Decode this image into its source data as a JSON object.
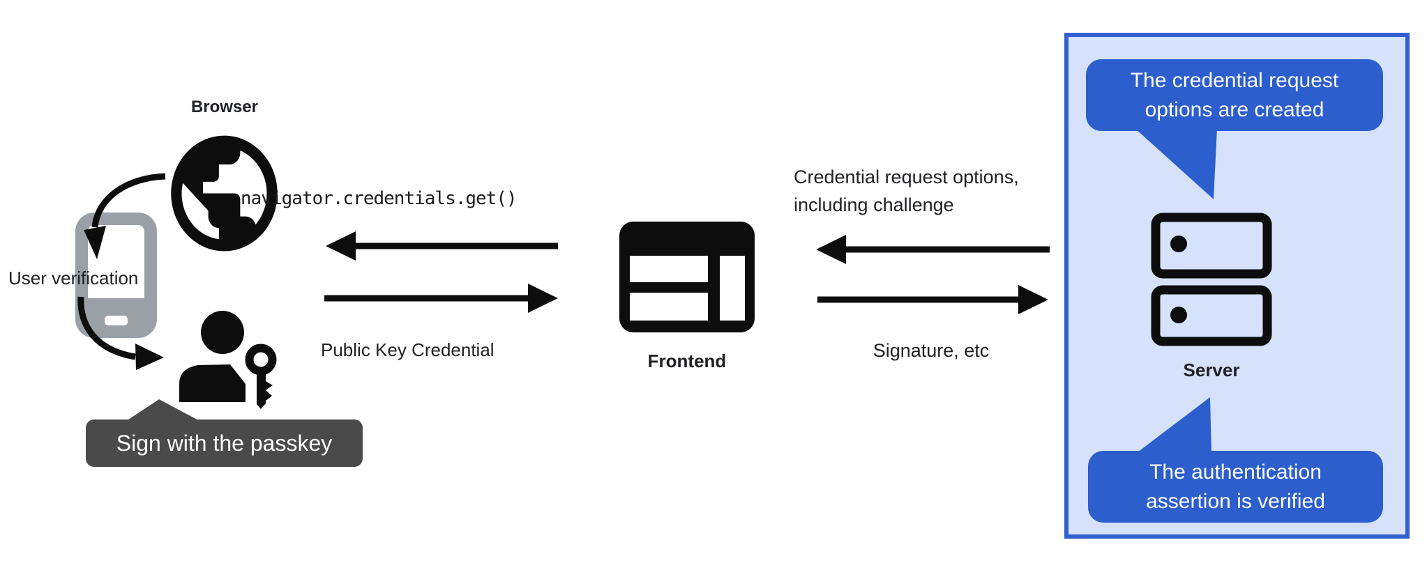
{
  "diagram": {
    "browser": {
      "label": "Browser",
      "verification_label": "User verification",
      "tooltip": "Sign with the passkey"
    },
    "frontend": {
      "label": "Frontend"
    },
    "server": {
      "label": "Server",
      "callout_top": {
        "line1": "The credential request",
        "line2": "options are created"
      },
      "callout_bottom": {
        "line1": "The authentication",
        "line2": "assertion is verified"
      }
    },
    "messages": {
      "frontend_to_browser": "navigator.credentials.get()",
      "browser_to_frontend": "Public Key Credential",
      "server_to_frontend_line1": "Credential request options,",
      "server_to_frontend_line2": "including challenge",
      "frontend_to_server": "Signature, etc"
    },
    "colors": {
      "panel_background": "#d6e2fb",
      "panel_border": "#3060d0",
      "callout_blue": "#2c5ecd",
      "tooltip_gray": "#4a4a4a",
      "phone_gray": "#9aa0a6",
      "icon_black": "#0d0d0d",
      "text": "#202124"
    }
  }
}
